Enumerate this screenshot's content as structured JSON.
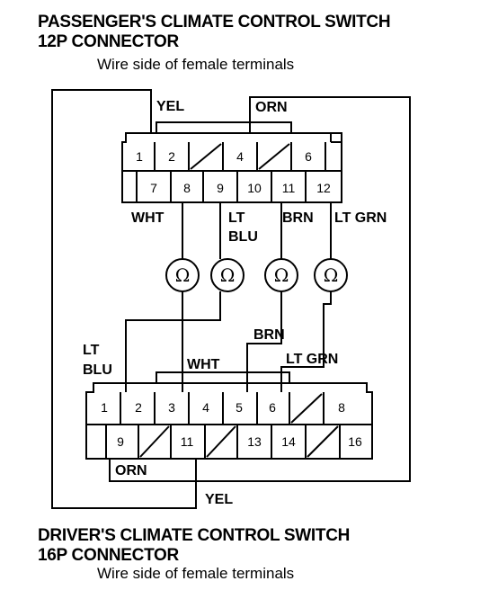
{
  "top": {
    "title_line1": "PASSENGER'S CLIMATE CONTROL SWITCH",
    "title_line2": "12P CONNECTOR",
    "subtitle": "Wire side of female terminals",
    "pins_row1": [
      "1",
      "2",
      "4",
      "6"
    ],
    "pins_row2": [
      "7",
      "8",
      "9",
      "10",
      "11",
      "12"
    ]
  },
  "bottom": {
    "title_line1": "DRIVER'S CLIMATE CONTROL SWITCH",
    "title_line2": "16P CONNECTOR",
    "subtitle": "Wire side of female terminals",
    "pins_row1": [
      "1",
      "2",
      "3",
      "4",
      "5",
      "6",
      "8"
    ],
    "pins_row2": [
      "9",
      "11",
      "13",
      "14",
      "16"
    ]
  },
  "wires": {
    "yel_top": "YEL",
    "orn_top": "ORN",
    "wht_top": "WHT",
    "lt_blu_top_1": "LT",
    "lt_blu_top_2": "BLU",
    "brn_top": "BRN",
    "lt_grn_top": "LT GRN",
    "lt_blu_bottom_1": "LT",
    "lt_blu_bottom_2": "BLU",
    "wht_bottom": "WHT",
    "brn_bottom": "BRN",
    "lt_grn_bottom": "LT GRN",
    "orn_bottom": "ORN",
    "yel_bottom": "YEL"
  },
  "ohm_symbol": "Ω"
}
